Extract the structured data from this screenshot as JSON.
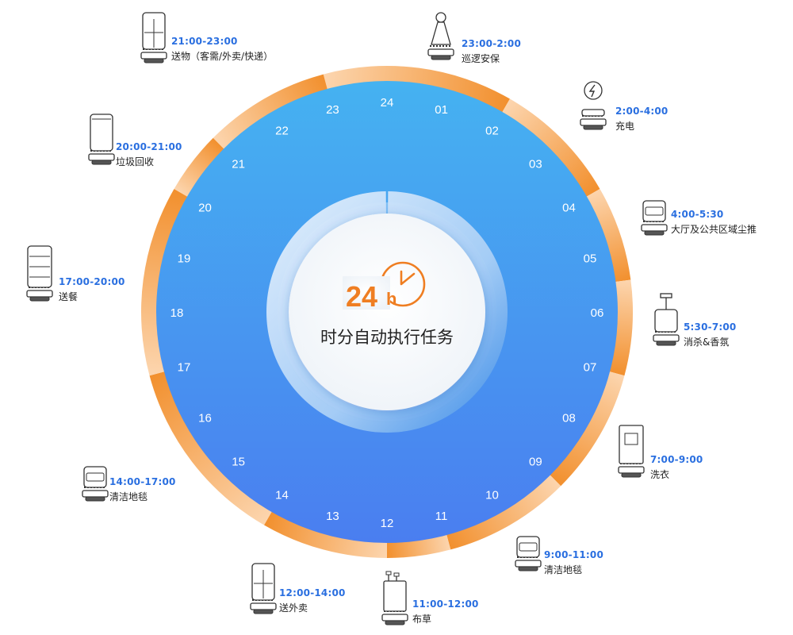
{
  "center": {
    "badge": "24",
    "badge_unit": "h",
    "title": "时分自动执行任务"
  },
  "hours": [
    "24",
    "01",
    "02",
    "03",
    "04",
    "05",
    "06",
    "07",
    "08",
    "09",
    "10",
    "11",
    "12",
    "13",
    "14",
    "15",
    "16",
    "17",
    "18",
    "19",
    "20",
    "21",
    "22",
    "23"
  ],
  "colors": {
    "dial_top": "#45b2f1",
    "dial_bottom": "#4a7ef0",
    "ring_strong": "#f2902e",
    "ring_light": "#fcd5ae",
    "accent": "#ef7e22",
    "time_text": "#2a6fe0"
  },
  "tasks": [
    {
      "time": "23:00-2:00",
      "label": "巡逻安保",
      "icon": "patrol-robot-icon"
    },
    {
      "time": "2:00-4:00",
      "label": "充电",
      "icon": "charging-robot-icon"
    },
    {
      "time": "4:00-5:30",
      "label": "大厅及公共区域尘推",
      "icon": "dust-mop-robot-icon"
    },
    {
      "time": "5:30-7:00",
      "label": "消杀&香氛",
      "icon": "disinfect-robot-icon"
    },
    {
      "time": "7:00-9:00",
      "label": "洗衣",
      "icon": "laundry-robot-icon"
    },
    {
      "time": "9:00-11:00",
      "label": "清洁地毯",
      "icon": "carpet-cleaning-robot-icon"
    },
    {
      "time": "11:00-12:00",
      "label": "布草",
      "icon": "linen-robot-icon"
    },
    {
      "time": "12:00-14:00",
      "label": "送外卖",
      "icon": "takeout-delivery-robot-icon"
    },
    {
      "time": "14:00-17:00",
      "label": "清洁地毯",
      "icon": "carpet-cleaning-robot-icon"
    },
    {
      "time": "17:00-20:00",
      "label": "送餐",
      "icon": "meal-delivery-robot-icon"
    },
    {
      "time": "20:00-21:00",
      "label": "垃圾回收",
      "icon": "garbage-robot-icon"
    },
    {
      "time": "21:00-23:00",
      "label": "送物（客需/外卖/快递）",
      "icon": "item-delivery-robot-icon"
    }
  ]
}
